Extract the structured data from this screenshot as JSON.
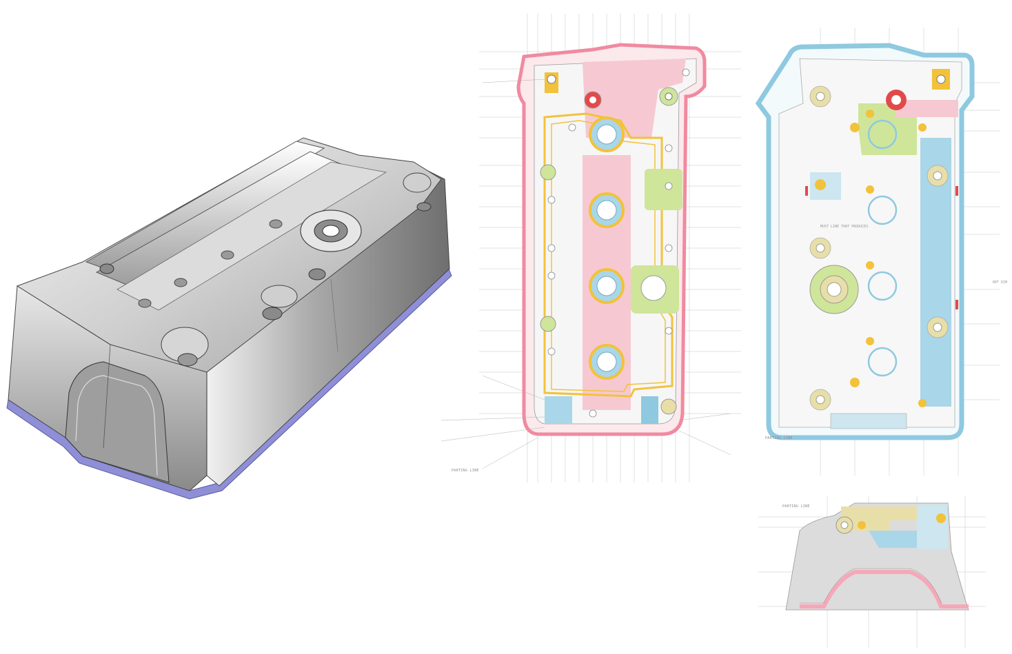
{
  "title": "",
  "labels": {
    "parting_line_top": "PARTING LINE",
    "parting_line_right": "PARTING LINE",
    "parting_line_side": "PARTING LINE",
    "note_inner_core": "MUST LINE THAT PRODUCES",
    "note_right_mid": "REF DIM"
  },
  "colors": {
    "model_body": "#c9c9c9",
    "gasket": "#8f8fd8",
    "core_pink": "#f6c9d2",
    "core_yellow": "#f2c23a",
    "core_blue": "#a9d6e8",
    "core_green": "#cfe59a",
    "core_red": "#e24a4a",
    "cavity_blue": "#8ec9e0",
    "boss_tan": "#e8dfa8",
    "dim_line": "#9a9a9a"
  },
  "icons": [
    "valve-cover-3d-model",
    "core-side-drawing",
    "cavity-side-drawing",
    "side-section-drawing"
  ]
}
